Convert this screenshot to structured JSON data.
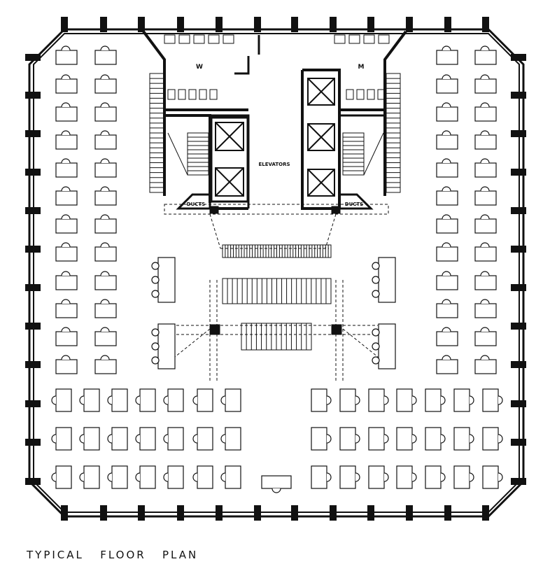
{
  "caption": "TYPICAL   FLOOR   PLAN",
  "labels": {
    "women_restroom": "W",
    "men_restroom": "M",
    "elevators": "ELEVATORS",
    "ducts_left": "DUCTS",
    "ducts_right": "DUCTS"
  },
  "colors": {
    "ink": "#111111",
    "paper": "#ffffff"
  }
}
